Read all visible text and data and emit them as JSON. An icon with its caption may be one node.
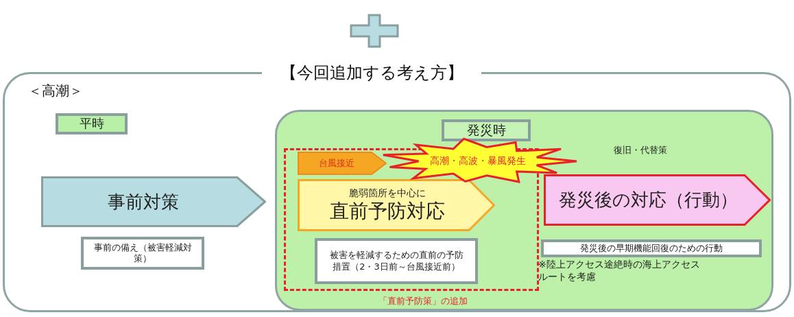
{
  "diagram": {
    "nodes": [
      {
        "text": [
          "【今回追加する考え方】",
          "＜高潮＞"
        ]
      },
      {
        "text": [
          "平時"
        ],
        "in": 0
      },
      {
        "text": [
          "事前対策"
        ],
        "in": 0
      },
      {
        "text": [
          "事前の備え（被害軽減対策）"
        ],
        "in": 0
      },
      {
        "text": [
          "復旧・代替策"
        ],
        "in": 0
      },
      {
        "text": [
          "発災時"
        ],
        "in": 4
      },
      {
        "text": [
          "「直前予防策」の追加"
        ],
        "in": 4
      },
      {
        "text": [
          "台風接近"
        ],
        "in": 6
      },
      {
        "text": [
          "高潮・高波・暴風発生"
        ],
        "in": 4
      },
      {
        "text": [
          "脆弱箇所を中心に",
          "直前予防対応"
        ],
        "in": 6
      },
      {
        "text": [
          "被害を軽減するための直前の予防措置（2・3日前～台風接近前）"
        ],
        "in": 6
      },
      {
        "text": [
          "発災後の対応（行動）"
        ],
        "in": 4
      },
      {
        "text": [
          "発災後の早期機能回復のための行動"
        ],
        "in": 4
      }
    ],
    "labels": [
      "※陸上アクセス途絶時の海上アクセスルートを考慮"
    ]
  }
}
